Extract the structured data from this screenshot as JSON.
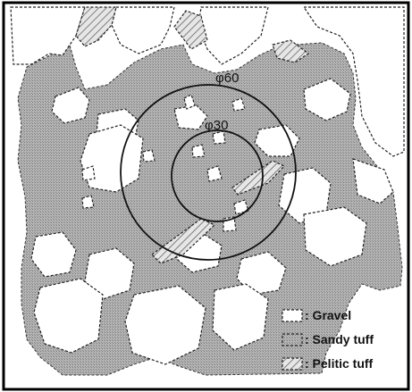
{
  "circles": {
    "outer_label": "φ60",
    "inner_label": "φ30"
  },
  "legend": {
    "items": [
      {
        "label": ": Gravel",
        "swatch": "gravel-swatch"
      },
      {
        "label": ": Sandy tuff",
        "swatch": "sandy-tuff-swatch"
      },
      {
        "label": ": Pelitic tuff",
        "swatch": "pelitic-tuff-swatch"
      }
    ]
  },
  "colors": {
    "sandy_tuff": "#a8a8a8",
    "gravel": "#ffffff",
    "pelitic": "#d6d6d6",
    "outline": "#000000"
  }
}
